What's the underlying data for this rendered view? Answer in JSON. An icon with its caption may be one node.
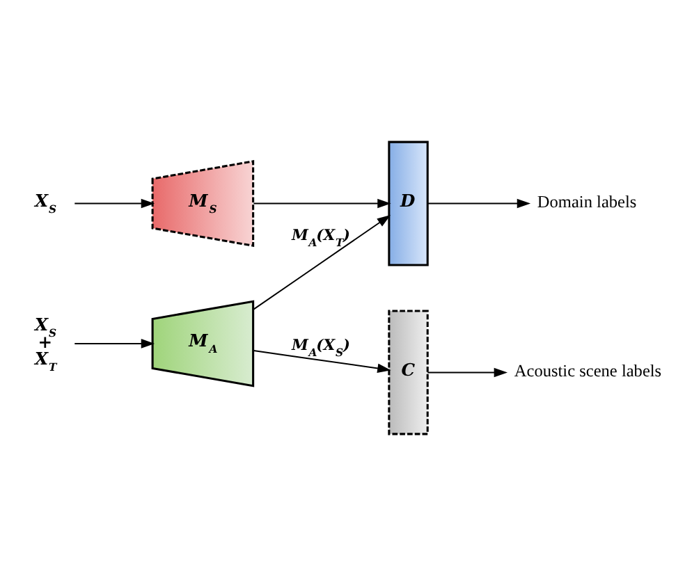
{
  "diagram": {
    "nodes": [
      {
        "text": [
          "X$_{S}$"
        ]
      },
      {
        "text": [
          "M$_{S}$"
        ]
      },
      {
        "text": [
          "D"
        ]
      },
      {
        "text": [
          "Domain labels"
        ]
      },
      {
        "text": [
          "X$_{S}$ + X$_{T}$"
        ]
      },
      {
        "text": [
          "M$_{A}$"
        ]
      },
      {
        "text": [
          "C"
        ]
      },
      {
        "text": [
          "Acoustic scene labels"
        ]
      }
    ],
    "edges": [
      {
        "from": 0,
        "to": 1,
        "arrow": "to"
      },
      {
        "from": 1,
        "to": 2,
        "arrow": "to"
      },
      {
        "from": 2,
        "to": 3,
        "arrow": "to"
      },
      {
        "from": 4,
        "to": 5,
        "arrow": "to"
      },
      {
        "from": 5,
        "to": 2,
        "arrow": "to",
        "label": "M$_{A}$(X$_{T}$)"
      },
      {
        "from": 5,
        "to": 6,
        "arrow": "to",
        "label": "M$_{A}$(X$_{S}$)"
      },
      {
        "from": 6,
        "to": 7,
        "arrow": "to"
      }
    ]
  }
}
